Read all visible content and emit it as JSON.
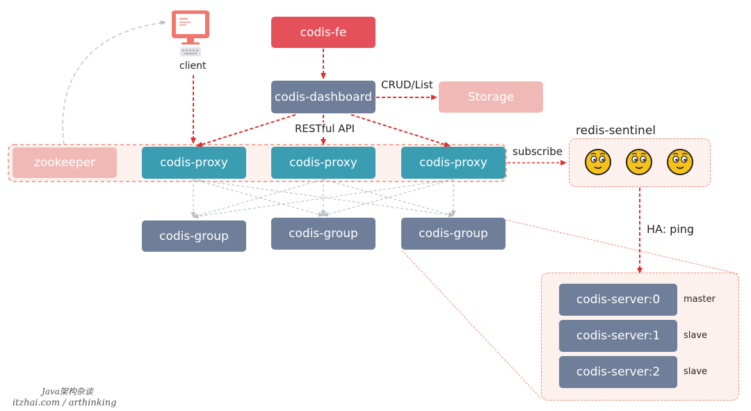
{
  "nodes": {
    "client": "client",
    "codis_fe": "codis-fe",
    "dashboard": "codis-dashboard",
    "storage": "Storage",
    "zookeeper": "zookeeper",
    "proxies": [
      "codis-proxy",
      "codis-proxy",
      "codis-proxy"
    ],
    "groups": [
      "codis-group",
      "codis-group",
      "codis-group"
    ],
    "sentinel_title": "redis-sentinel",
    "servers": [
      "codis-server:0",
      "codis-server:1",
      "codis-server:2"
    ],
    "roles": [
      "master",
      "slave",
      "slave"
    ]
  },
  "edge_labels": {
    "crud": "CRUD/List",
    "restful": "RESTful API",
    "subscribe": "subscribe",
    "ha": "HA: ping"
  },
  "watermark": {
    "line1": "Java架构杂谈",
    "line2": "itzhai.com / arthinking"
  },
  "icons": {
    "monitor": "monitor-icon",
    "sentinel": "smiley-face-icon"
  },
  "colors": {
    "red": "#e5515b",
    "slate": "#6f7e99",
    "teal": "#3b9db2",
    "pink": "#f1b9b6",
    "frame_border": "#f08a78",
    "arrow_red": "#e02d2d",
    "arrow_gray": "#b9bcc4"
  }
}
